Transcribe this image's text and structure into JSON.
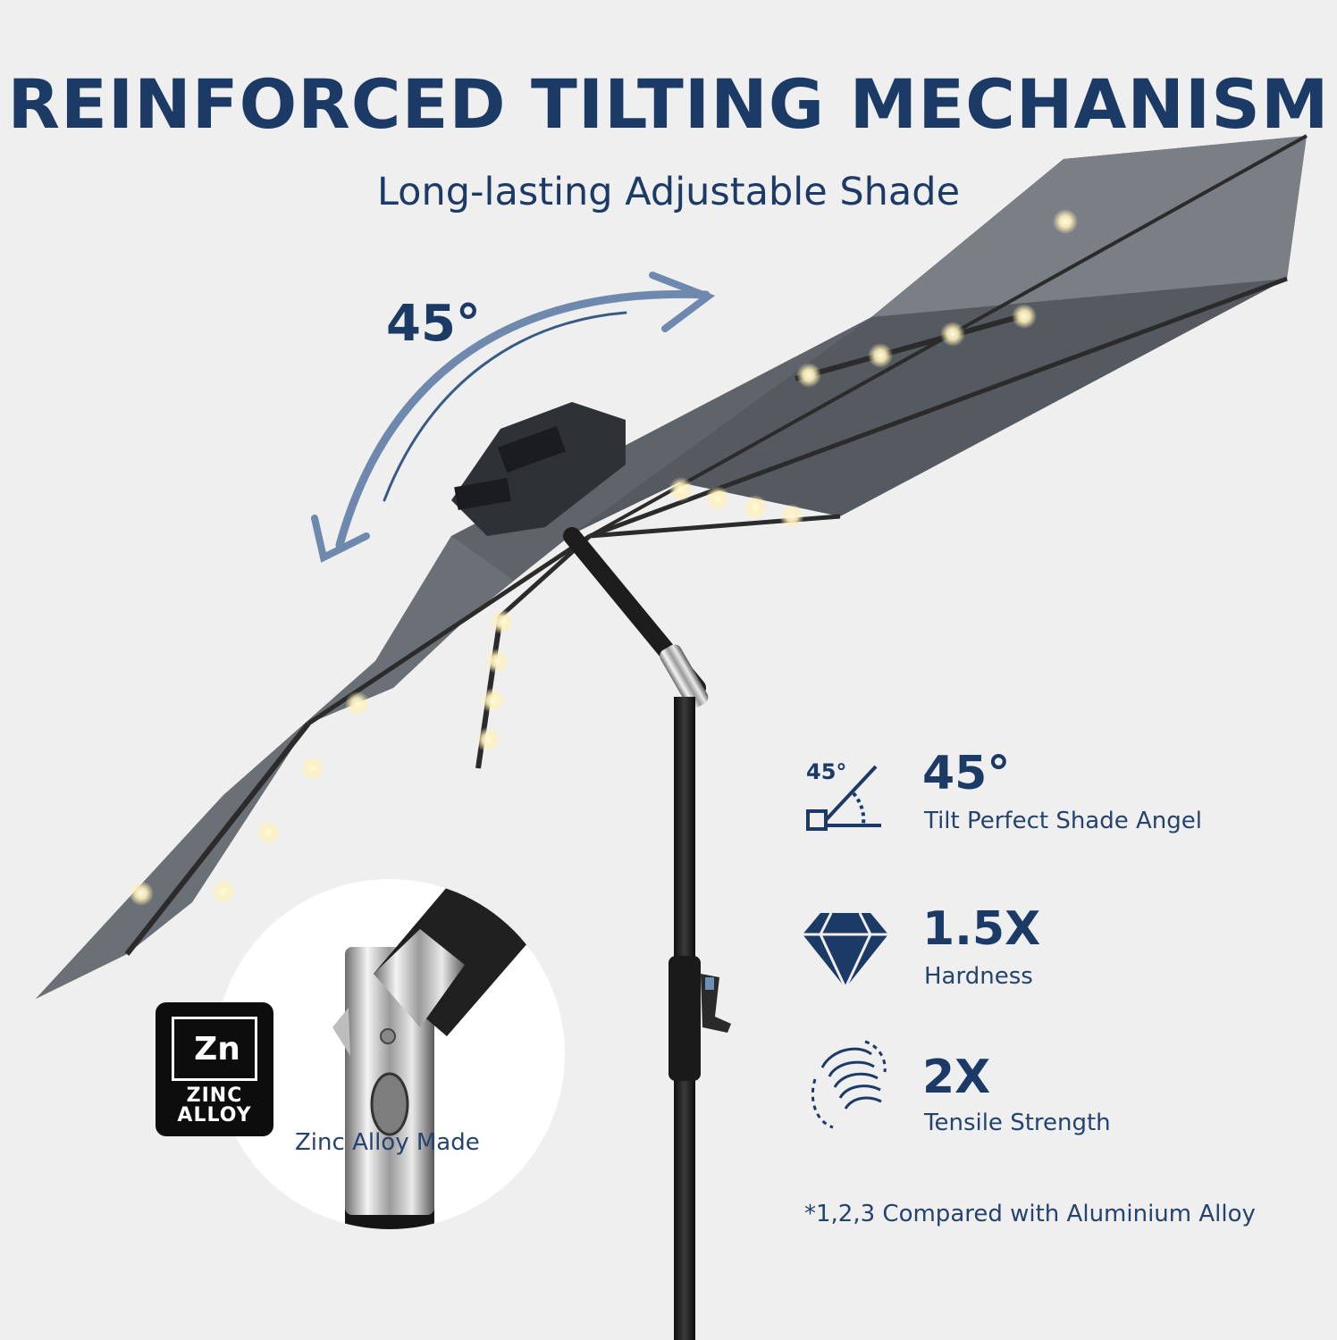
{
  "header": {
    "title": "REINFORCED TILTING MECHANISM",
    "subtitle": "Long-lasting Adjustable Shade"
  },
  "diagram": {
    "tilt_label": "45°"
  },
  "features": [
    {
      "icon": "tilt-angle-icon",
      "icon_text": "45°",
      "value": "45°",
      "description": "Tilt Perfect Shade Angel"
    },
    {
      "icon": "diamond-icon",
      "value": "1.5X",
      "description": "Hardness"
    },
    {
      "icon": "spring-coil-icon",
      "value": "2X",
      "description": "Tensile Strength"
    }
  ],
  "footnote": "*1,2,3 Compared with Aluminium Alloy",
  "zinc": {
    "symbol": "Zn",
    "badge_line1": "ZINC",
    "badge_line2": "ALLOY",
    "caption": "Zinc Alloy Made"
  },
  "colors": {
    "navy": "#1c3a66",
    "background": "#efefef",
    "canopy": "#62676c",
    "light": "#fff6d6"
  }
}
